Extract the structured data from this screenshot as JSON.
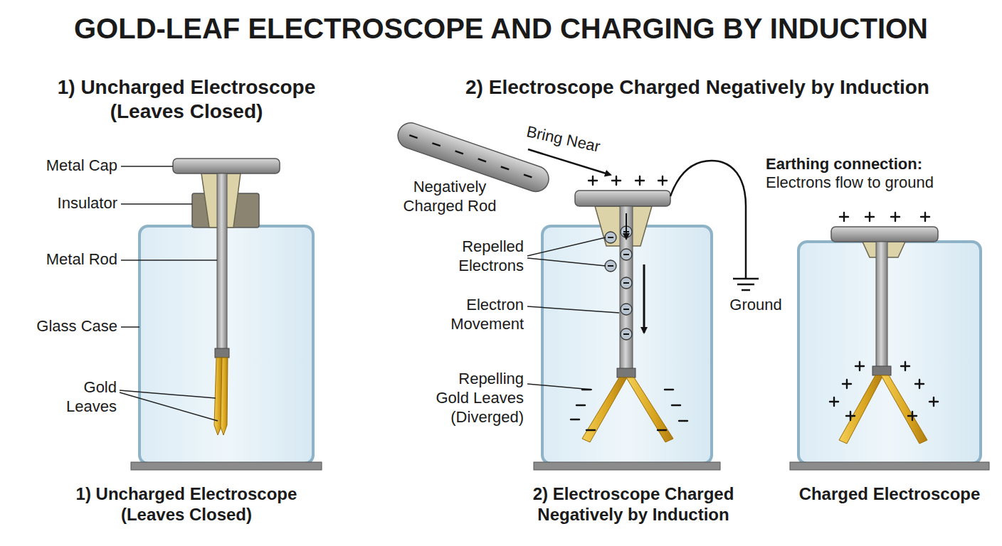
{
  "diagram": {
    "title": "GOLD-LEAF ELECTROSCOPE AND CHARGING BY INDUCTION",
    "labels": [
      "1) Uncharged Electroscope (Leaves Closed)",
      "2) Electroscope Charged Negatively by Induction",
      "Metal Cap",
      "Insulator",
      "Metal Rod",
      "Glass Case",
      "Gold Leaves",
      "Bring Near",
      "Negatively Charged Rod",
      "Repelled Electrons",
      "Electron Movement",
      "Repelling Gold Leaves (Diverged)",
      "Earthing connection:",
      "Electrons flow to ground",
      "Ground",
      "1) Uncharged Electroscope (Leaves Closed)",
      "2) Electroscope Charged Negatively by Induction",
      "Charged Electroscope"
    ]
  }
}
